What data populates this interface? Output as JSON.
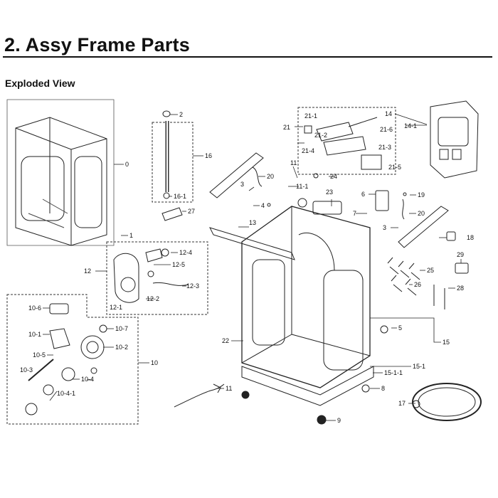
{
  "page": {
    "title": "2.  Assy Frame Parts",
    "subtitle": "Exploded View"
  },
  "callouts": [
    {
      "id": "c0",
      "label": "0"
    },
    {
      "id": "c1",
      "label": "1"
    },
    {
      "id": "c2",
      "label": "2"
    },
    {
      "id": "c3a",
      "label": "3"
    },
    {
      "id": "c3b",
      "label": "3"
    },
    {
      "id": "c4",
      "label": "4"
    },
    {
      "id": "c5",
      "label": "5"
    },
    {
      "id": "c6",
      "label": "6"
    },
    {
      "id": "c7",
      "label": "7"
    },
    {
      "id": "c8",
      "label": "8"
    },
    {
      "id": "c9",
      "label": "9"
    },
    {
      "id": "c10",
      "label": "10"
    },
    {
      "id": "c10-1",
      "label": "10-1"
    },
    {
      "id": "c10-2",
      "label": "10-2"
    },
    {
      "id": "c10-3",
      "label": "10-3"
    },
    {
      "id": "c10-4",
      "label": "10-4"
    },
    {
      "id": "c10-4-1",
      "label": "10-4-1"
    },
    {
      "id": "c10-5",
      "label": "10-5"
    },
    {
      "id": "c10-6",
      "label": "10-6"
    },
    {
      "id": "c10-7",
      "label": "10-7"
    },
    {
      "id": "c11a",
      "label": "11"
    },
    {
      "id": "c11b",
      "label": "11"
    },
    {
      "id": "c11-1",
      "label": "11-1"
    },
    {
      "id": "c12",
      "label": "12"
    },
    {
      "id": "c12-1",
      "label": "12-1"
    },
    {
      "id": "c12-2",
      "label": "12-2"
    },
    {
      "id": "c12-3",
      "label": "12-3"
    },
    {
      "id": "c12-4",
      "label": "12-4"
    },
    {
      "id": "c12-5",
      "label": "12-5"
    },
    {
      "id": "c13",
      "label": "13"
    },
    {
      "id": "c14",
      "label": "14"
    },
    {
      "id": "c14-1",
      "label": "14-1"
    },
    {
      "id": "c15",
      "label": "15"
    },
    {
      "id": "c15-1",
      "label": "15-1"
    },
    {
      "id": "c15-1-1",
      "label": "15-1-1"
    },
    {
      "id": "c16",
      "label": "16"
    },
    {
      "id": "c16-1",
      "label": "16-1"
    },
    {
      "id": "c17",
      "label": "17"
    },
    {
      "id": "c18",
      "label": "18"
    },
    {
      "id": "c19",
      "label": "19"
    },
    {
      "id": "c20a",
      "label": "20"
    },
    {
      "id": "c20b",
      "label": "20"
    },
    {
      "id": "c21",
      "label": "21"
    },
    {
      "id": "c21-1",
      "label": "21-1"
    },
    {
      "id": "c21-2",
      "label": "21-2"
    },
    {
      "id": "c21-3",
      "label": "21-3"
    },
    {
      "id": "c21-4",
      "label": "21-4"
    },
    {
      "id": "c21-5",
      "label": "21-5"
    },
    {
      "id": "c21-6",
      "label": "21-6"
    },
    {
      "id": "c22",
      "label": "22"
    },
    {
      "id": "c23",
      "label": "23"
    },
    {
      "id": "c24",
      "label": "24"
    },
    {
      "id": "c25",
      "label": "25"
    },
    {
      "id": "c26",
      "label": "26"
    },
    {
      "id": "c27",
      "label": "27"
    },
    {
      "id": "c28",
      "label": "28"
    },
    {
      "id": "c29",
      "label": "29"
    }
  ]
}
